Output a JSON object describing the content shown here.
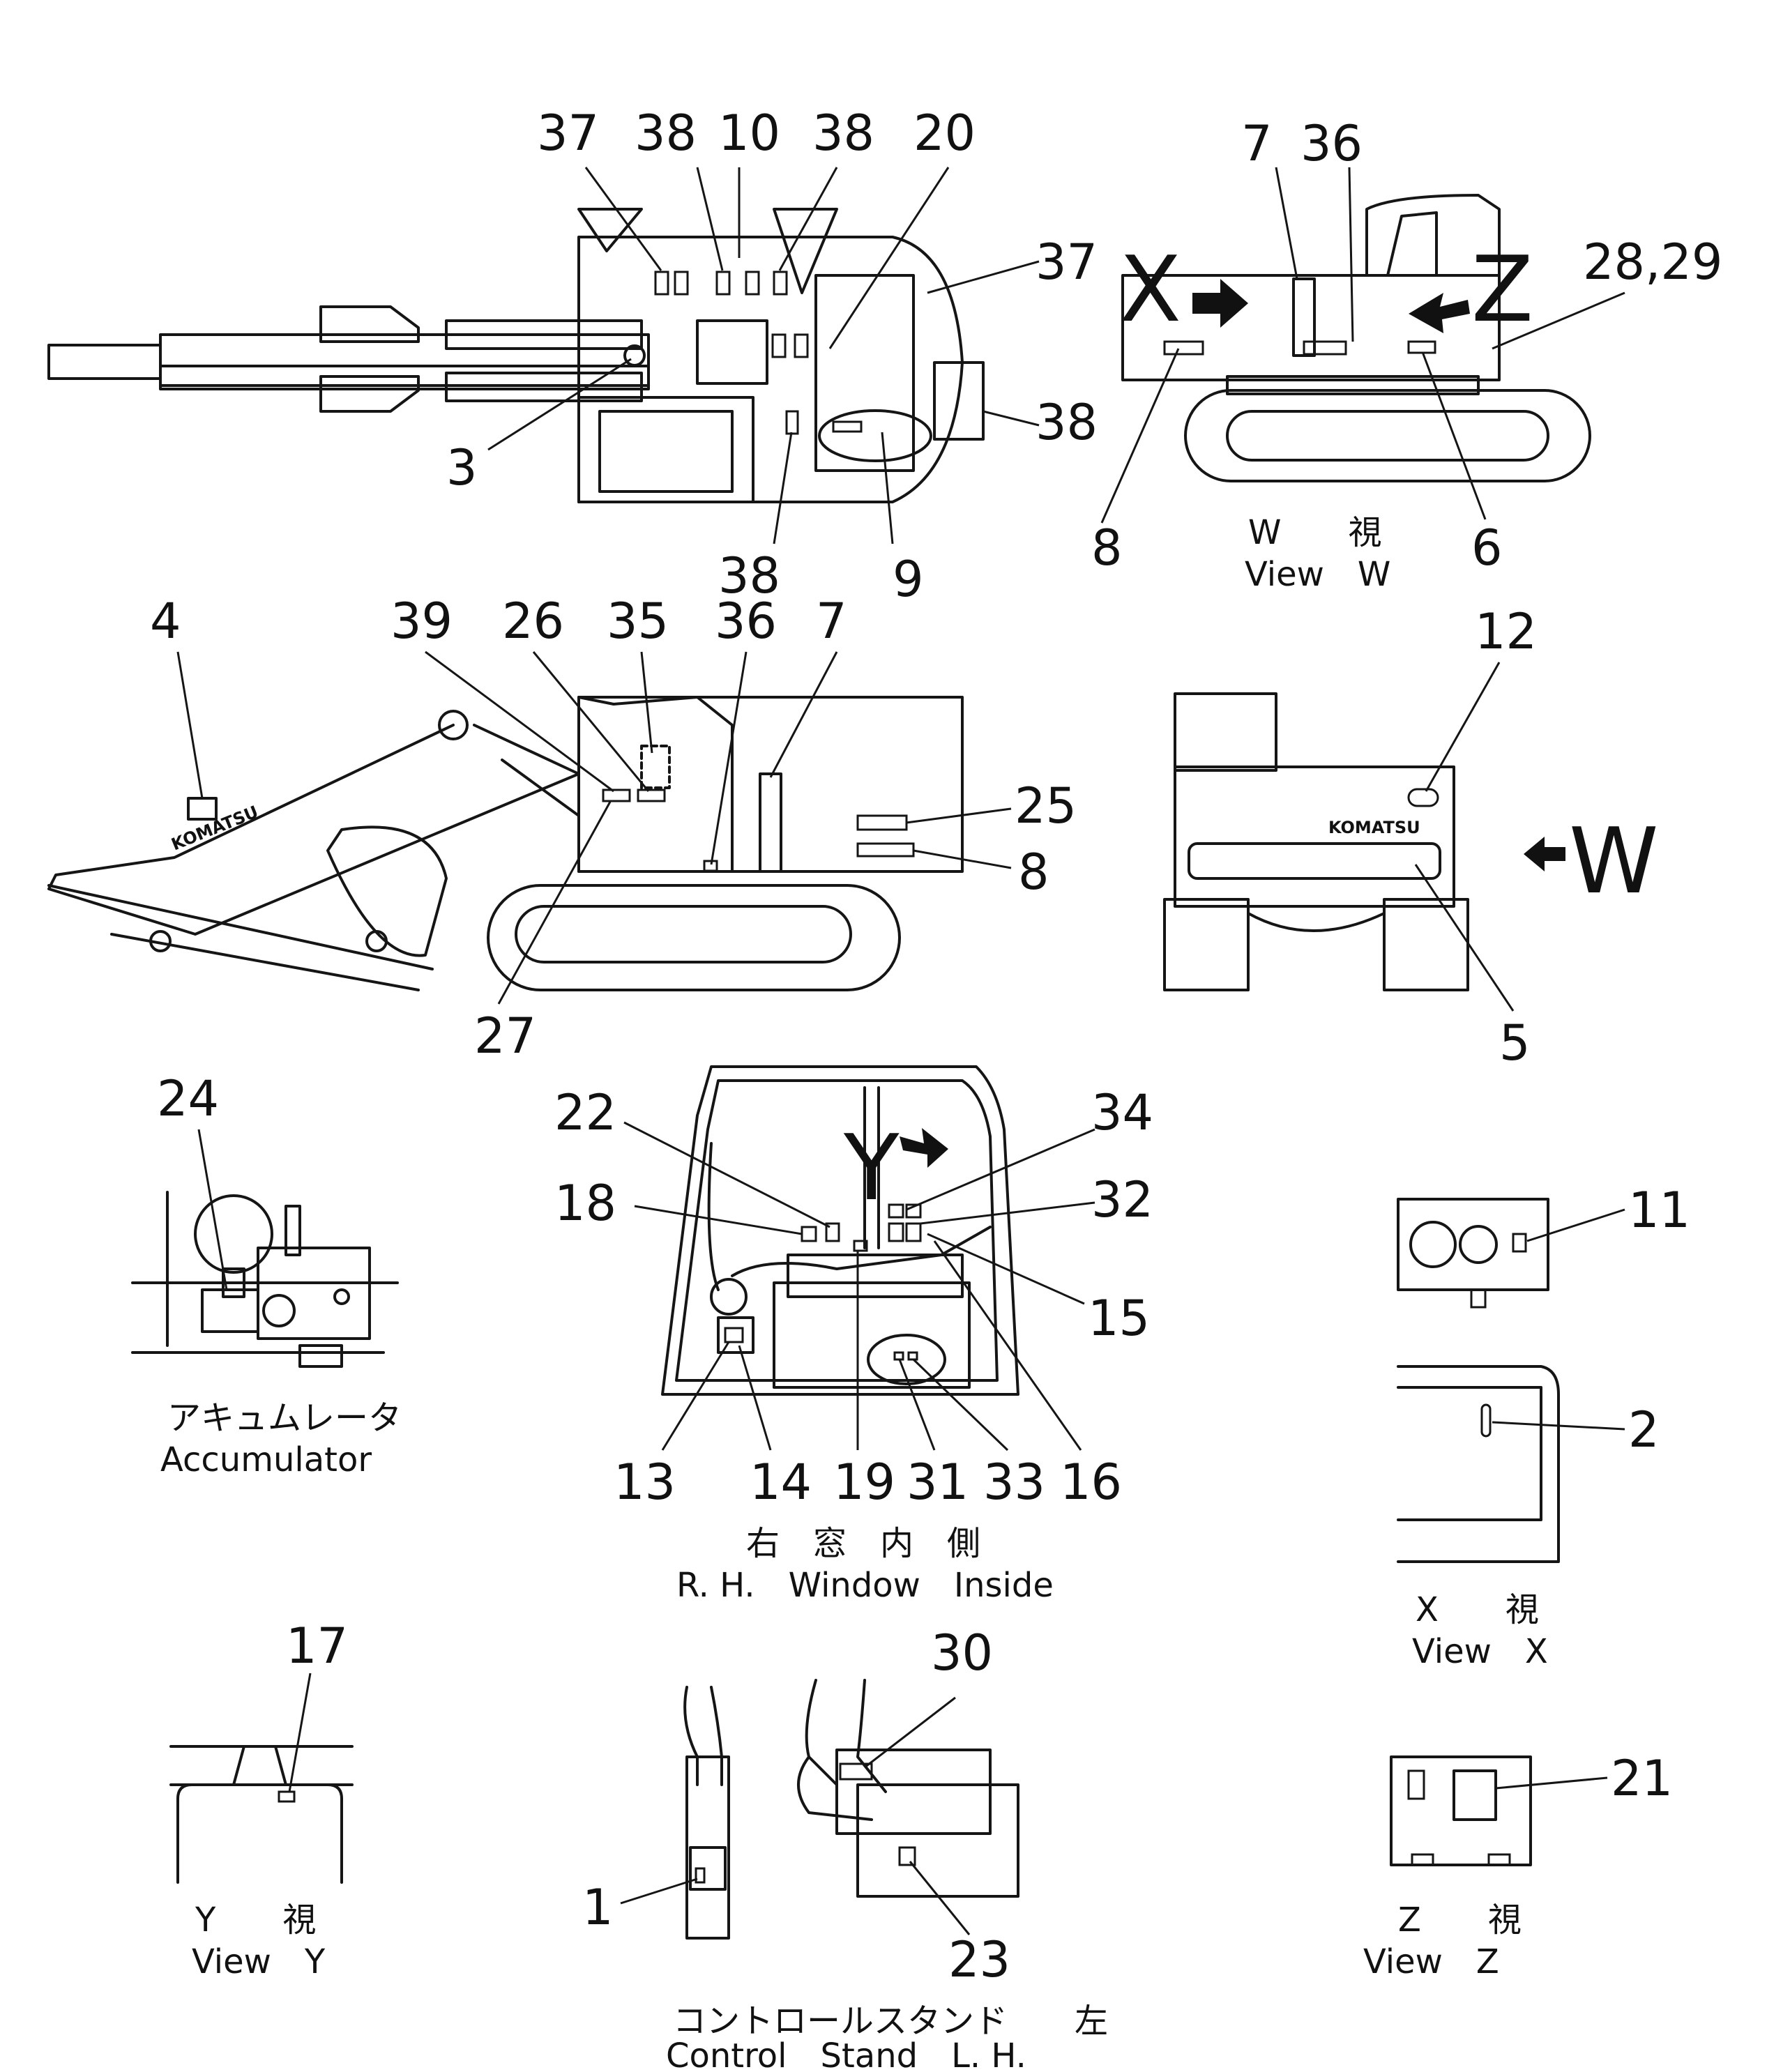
{
  "callouts": {
    "top": [
      "37",
      "38",
      "10",
      "38",
      "20",
      "37",
      "38",
      "3",
      "38",
      "9"
    ],
    "view_w": [
      "7",
      "36",
      "28,29",
      "8",
      "6"
    ],
    "side": [
      "4",
      "39",
      "26",
      "35",
      "36",
      "7",
      "25",
      "8",
      "27"
    ],
    "rear": [
      "12",
      "5"
    ],
    "accumulator": [
      "24"
    ],
    "window": [
      "22",
      "34",
      "18",
      "32",
      "15",
      "13",
      "14",
      "19",
      "31",
      "33",
      "16"
    ],
    "view_x": [
      "11",
      "2"
    ],
    "view_y": [
      "17"
    ],
    "control": [
      "30",
      "1",
      "23"
    ],
    "view_z": [
      "21"
    ]
  },
  "arrow_letters": {
    "x": "X",
    "z": "Z",
    "w": "W",
    "y": "Y"
  },
  "brand": "KOMATSU",
  "captions": {
    "view_w_jp": "W　　視",
    "view_w_en": "View　W",
    "accumulator_jp": "アキュムレータ",
    "accumulator_en": "Accumulator",
    "window_jp": "右　窓　内　側",
    "window_en": "R. H.　Window　Inside",
    "view_x_jp": "X　　視",
    "view_x_en": "View　X",
    "view_y_jp": "Y　　視",
    "view_y_en": "View　Y",
    "control_jp": "コントロールスタンド　　左",
    "control_en": "Control　Stand　L. H.",
    "view_z_jp": "Z　　視",
    "view_z_en": "View　Z"
  }
}
